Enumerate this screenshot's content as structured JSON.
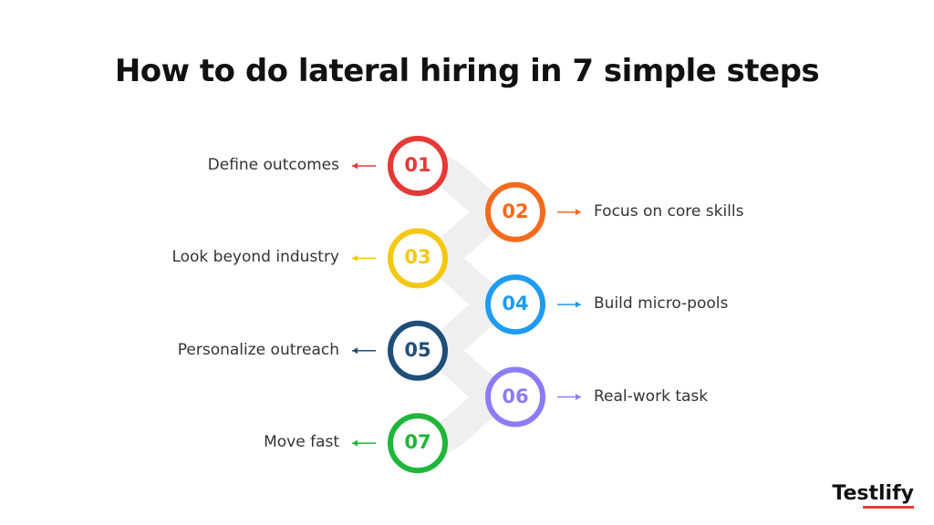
{
  "title": "How to do lateral hiring in 7 simple steps",
  "brand": "Testlify",
  "steps": [
    {
      "number": "01",
      "label": "Define outcomes",
      "side": "left",
      "color": "#e53935"
    },
    {
      "number": "02",
      "label": "Focus on core skills",
      "side": "right",
      "color": "#f26b1d"
    },
    {
      "number": "03",
      "label": "Look beyond industry",
      "side": "left",
      "color": "#f3c812"
    },
    {
      "number": "04",
      "label": "Build micro-pools",
      "side": "right",
      "color": "#1e9cf0"
    },
    {
      "number": "05",
      "label": "Personalize outreach",
      "side": "left",
      "color": "#1f4e79"
    },
    {
      "number": "06",
      "label": "Real-work task",
      "side": "right",
      "color": "#8b7cf6"
    },
    {
      "number": "07",
      "label": "Move fast",
      "side": "left",
      "color": "#1fb63a"
    }
  ],
  "colors": {
    "connector": "#efefef",
    "brand_accent": "#e53935"
  }
}
